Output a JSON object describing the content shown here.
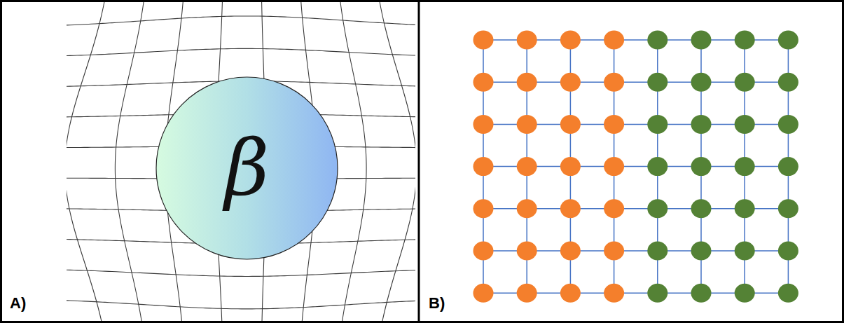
{
  "diagram": {
    "nodes": [
      {
        "text": [
          "β"
        ]
      }
    ],
    "labels": [
      "A)",
      "B)"
    ]
  }
}
